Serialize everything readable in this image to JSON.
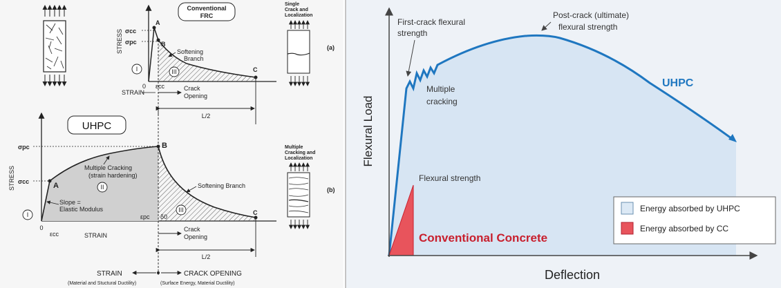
{
  "left_figure": {
    "panel_a": {
      "title_line1": "Conventional",
      "title_line2": "FRC",
      "y_axis": "STRESS",
      "sigma_cc": "σcc",
      "sigma_pc": "σpc",
      "point_a": "A",
      "point_b": "B",
      "point_c": "C",
      "branch_label_1": "Softening",
      "branch_label_2": "Branch",
      "region_1": "I",
      "region_3": "III",
      "origin": "0",
      "eps_cc": "εcc",
      "strain": "STRAIN",
      "crack_label_1": "Crack",
      "crack_label_2": "Opening",
      "half_length": "L/2",
      "specimen_label": [
        "Single",
        "Crack and",
        "Localization"
      ],
      "tag": "(a)"
    },
    "panel_b": {
      "badge": "UHPC",
      "y_axis": "STRESS",
      "sigma_pc": "σpc",
      "sigma_cc": "σcc",
      "point_a": "A",
      "point_b": "B",
      "point_c": "C",
      "multiple_cracking_1": "Multiple Cracking",
      "multiple_cracking_2": "(strain hardening)",
      "region_1": "I",
      "region_2": "II",
      "region_3": "III",
      "softening": "Softening Branch",
      "slope_1": "Slope =",
      "slope_2": "Elastic Modulus",
      "origin": "0",
      "eps_cc": "εcc",
      "eps_pc": "εpc",
      "delta_0": "δ0",
      "strain": "STRAIN",
      "crack_label_1": "Crack",
      "crack_label_2": "Opening",
      "half_length": "L/2",
      "specimen_label": [
        "Multiple",
        "Cracking and",
        "Localization"
      ],
      "tag": "(b)"
    },
    "footer": {
      "strain": "STRAIN",
      "strain_note": "(Material and Stuctural Ductility)",
      "crack_opening": "CRACK OPENING",
      "crack_note": "(Surface Energy, Material Ductility)"
    }
  },
  "right_figure": {
    "y_axis": "Flexural Load",
    "x_axis": "Deflection",
    "first_crack_1": "First-crack flexural",
    "first_crack_2": "strength",
    "post_crack_1": "Post-crack (ultimate)",
    "post_crack_2": "flexural strength",
    "multiple_1": "Multiple",
    "multiple_2": "cracking",
    "uhpc": "UHPC",
    "flexural_strength": "Flexural strength",
    "conventional": "Conventional Concrete",
    "legend": [
      {
        "label": "Energy absorbed by UHPC",
        "color": "#dce9f5"
      },
      {
        "label": "Energy absorbed by CC",
        "color": "#e8545c"
      }
    ],
    "colors": {
      "uhpc_line": "#1f77c0",
      "cc_fill": "#e8545c",
      "cc_text": "#c8202e"
    }
  }
}
